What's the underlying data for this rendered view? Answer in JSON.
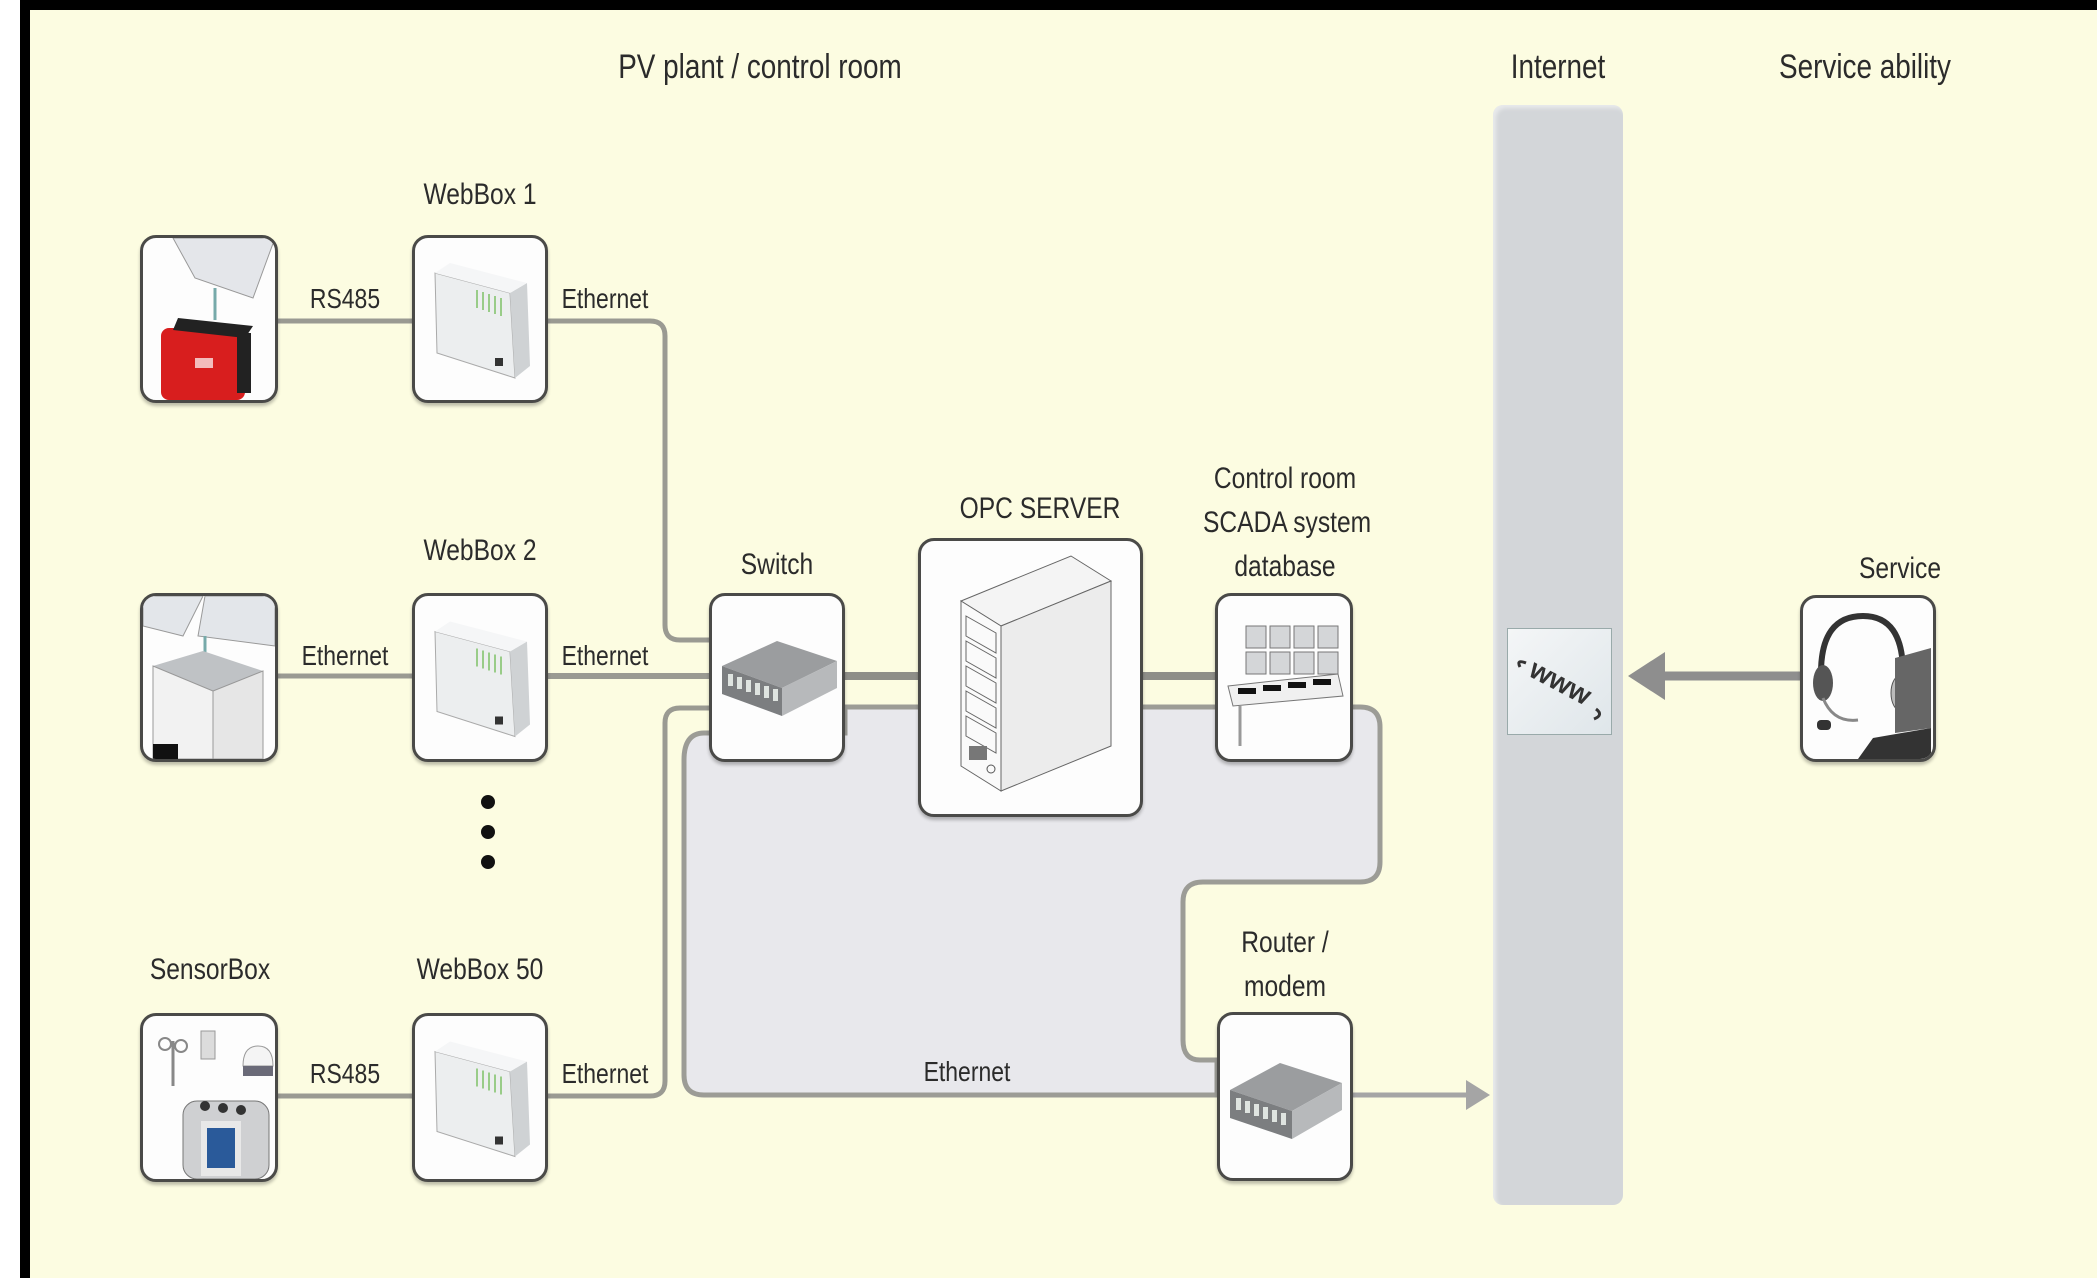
{
  "diagram": {
    "sections": {
      "pv_plant": "PV plant / control room",
      "internet": "Internet",
      "service_ability": "Service ability"
    },
    "nodes": {
      "inverter_1": {
        "label": ""
      },
      "webbox_1": {
        "label": "WebBox 1"
      },
      "inverter_2": {
        "label": ""
      },
      "webbox_2": {
        "label": "WebBox 2"
      },
      "sensorbox": {
        "label": "SensorBox"
      },
      "webbox_50": {
        "label": "WebBox 50"
      },
      "switch": {
        "label": "Switch"
      },
      "opc_server": {
        "label": "OPC SERVER"
      },
      "scada": {
        "label_lines": [
          "Control room",
          "SCADA system",
          "database"
        ]
      },
      "router": {
        "label_lines": [
          "Router /",
          "modem"
        ]
      },
      "www": {
        "label": "www"
      },
      "service": {
        "label": "Service"
      }
    },
    "links": [
      {
        "from": "inverter_1",
        "to": "webbox_1",
        "label": "RS485"
      },
      {
        "from": "webbox_1",
        "to": "switch",
        "label": "Ethernet"
      },
      {
        "from": "inverter_2",
        "to": "webbox_2",
        "label": "Ethernet"
      },
      {
        "from": "webbox_2",
        "to": "switch",
        "label": "Ethernet"
      },
      {
        "from": "sensorbox",
        "to": "webbox_50",
        "label": "RS485"
      },
      {
        "from": "webbox_50",
        "to": "switch",
        "label": "Ethernet"
      },
      {
        "from": "switch",
        "to": "opc_server",
        "label": ""
      },
      {
        "from": "opc_server",
        "to": "scada",
        "label": ""
      },
      {
        "from": "scada",
        "to": "router",
        "label": ""
      },
      {
        "from": "switch",
        "to": "router",
        "label": "Ethernet"
      },
      {
        "from": "router",
        "to": "internet",
        "label": ""
      },
      {
        "from": "service",
        "to": "internet",
        "label": ""
      }
    ],
    "ellipsis": "⋮",
    "colors": {
      "background": "#fcfce1",
      "frame": "#000000",
      "wire": "#9a9a92",
      "panel": "#e9e9ee",
      "internet_bar": "#d3d6d9",
      "inverter_red": "#d81e1e"
    }
  }
}
